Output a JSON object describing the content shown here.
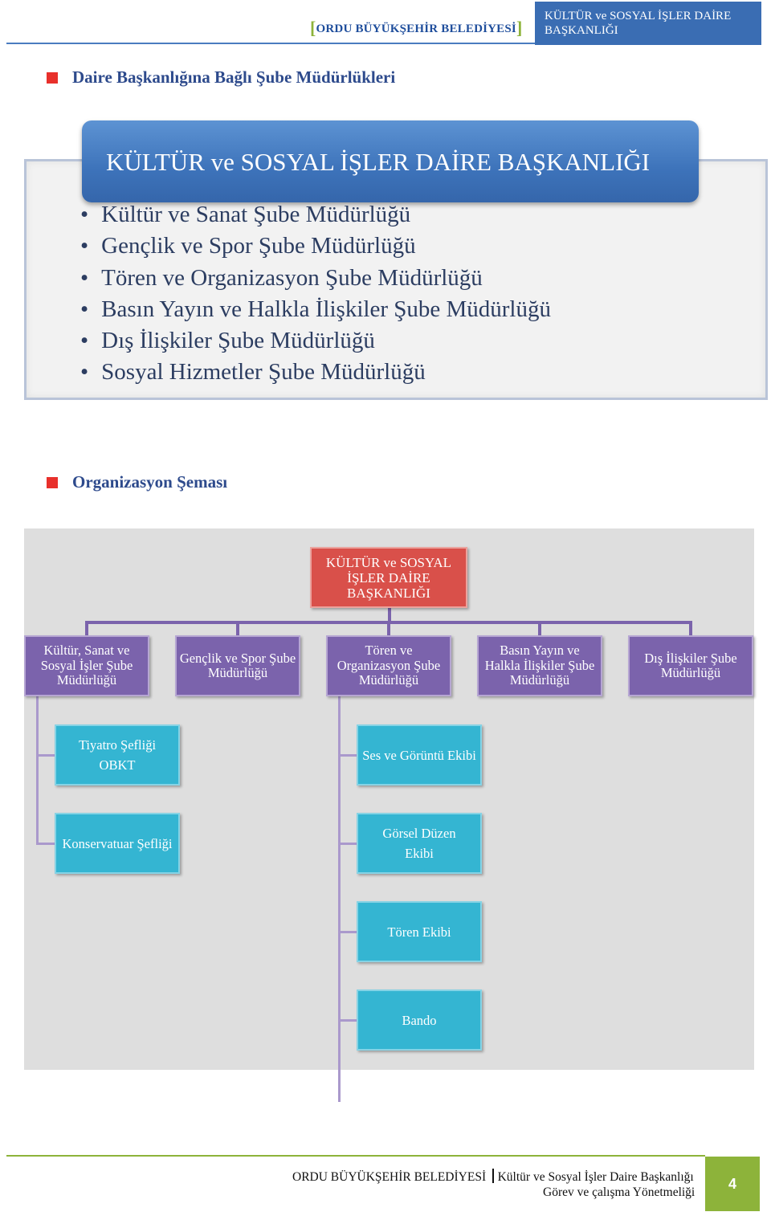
{
  "header": {
    "org_name": "ORDU BÜYÜKŞEHİR BELEDİYESİ",
    "dept_line1": "KÜLTÜR ve SOSYAL İŞLER DAİRE",
    "dept_line2": "BAŞKANLIĞI"
  },
  "section1": {
    "title": "Daire Başkanlığına Bağlı Şube Müdürlükleri",
    "banner": "KÜLTÜR ve SOSYAL İŞLER DAİRE BAŞKANLIĞI",
    "items": [
      "Kültür ve Sanat Şube Müdürlüğü",
      "Gençlik ve Spor Şube Müdürlüğü",
      "Tören ve Organizasyon Şube Müdürlüğü",
      "Basın Yayın ve Halkla İlişkiler Şube Müdürlüğü",
      "Dış İlişkiler Şube Müdürlüğü",
      "Sosyal Hizmetler Şube Müdürlüğü"
    ]
  },
  "section2": {
    "title": "Organizasyon Şeması",
    "root": [
      "KÜLTÜR ve SOSYAL",
      "İŞLER DAİRE",
      "BAŞKANLIĞI"
    ],
    "departments": [
      [
        "Kültür, Sanat ve",
        "Sosyal İşler Şube",
        "Müdürlüğü"
      ],
      [
        "Gençlik ve Spor Şube",
        "Müdürlüğü"
      ],
      [
        "Tören ve",
        "Organizasyon Şube",
        "Müdürlüğü"
      ],
      [
        "Basın Yayın ve",
        "Halkla İlişkiler Şube",
        "Müdürlüğü"
      ],
      [
        "Dış İlişkiler Şube",
        "Müdürlüğü"
      ]
    ],
    "units_left": [
      [
        "Tiyatro Şefliği",
        "OBKT"
      ],
      [
        "Konservatuar Şefliği"
      ]
    ],
    "units_center": [
      [
        "Ses ve Görüntü Ekibi"
      ],
      [
        "Görsel Düzen",
        "Ekibi"
      ],
      [
        "Tören Ekibi"
      ],
      [
        "Bando"
      ]
    ]
  },
  "footer": {
    "org_name": "ORDU BÜYÜKŞEHİR BELEDİYESİ",
    "doc_line1": "Kültür ve Sosyal İşler Daire Başkanlığı",
    "doc_line2": "Görev ve çalışma Yönetmeliği",
    "page_number": "4"
  }
}
